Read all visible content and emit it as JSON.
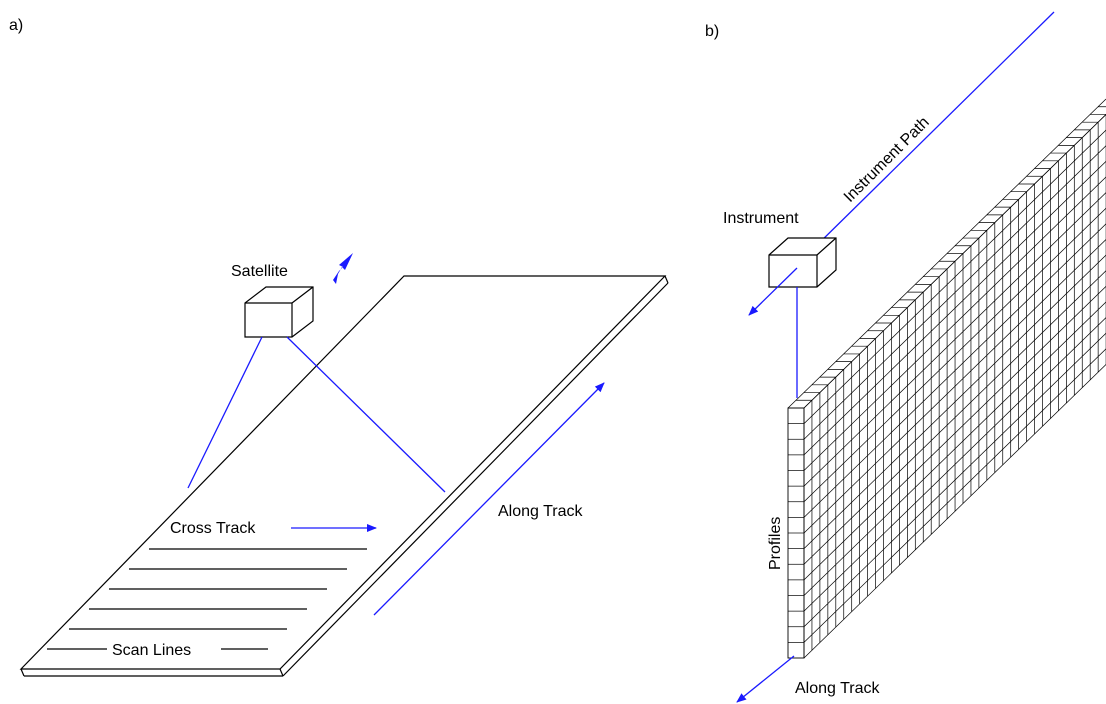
{
  "panel_a": {
    "tag": "a)",
    "satellite_label": "Satellite",
    "cross_track_label": "Cross Track",
    "along_track_label": "Along Track",
    "scan_lines_label": "Scan Lines",
    "scan_line_count": 6
  },
  "panel_b": {
    "tag": "b)",
    "instrument_label": "Instrument",
    "instrument_path_label": "Instrument Path",
    "profiles_label": "Profiles",
    "along_track_label": "Along Track",
    "grid_rows": 16,
    "grid_columns": 40
  },
  "colors": {
    "outline": "#000000",
    "accent": "#1a1aff",
    "background": "#ffffff"
  }
}
